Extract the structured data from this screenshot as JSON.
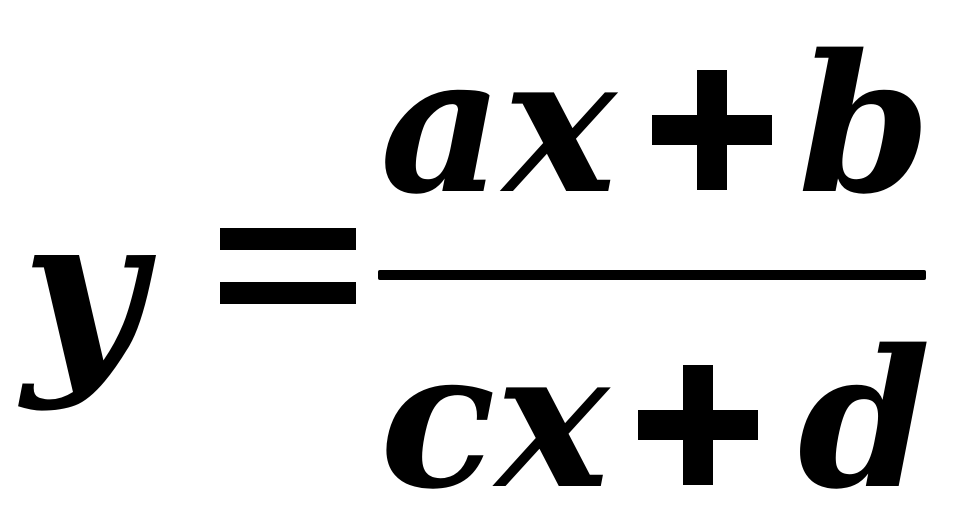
{
  "formula": {
    "lhs": "y",
    "numerator": {
      "left": "ax",
      "right": "b"
    },
    "denominator": {
      "left": "cx",
      "right": "d"
    }
  }
}
